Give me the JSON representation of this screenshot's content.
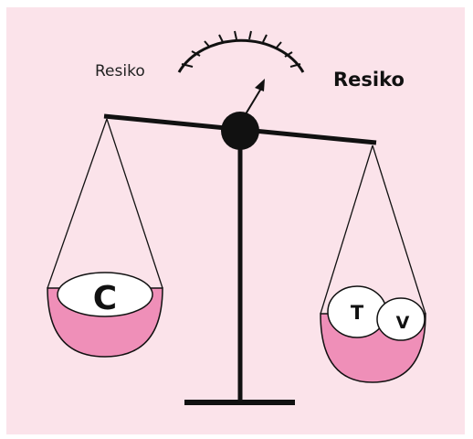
{
  "diagram": {
    "left_label": "Resiko",
    "right_label": "Resiko",
    "left_pan": {
      "items": [
        "C"
      ]
    },
    "right_pan": {
      "items": [
        "T",
        "V"
      ]
    }
  },
  "colors": {
    "background": "#fbe3ea",
    "pan_fill": "#ef8fb8",
    "ball_fill": "#ffffff",
    "stroke": "#111111"
  }
}
